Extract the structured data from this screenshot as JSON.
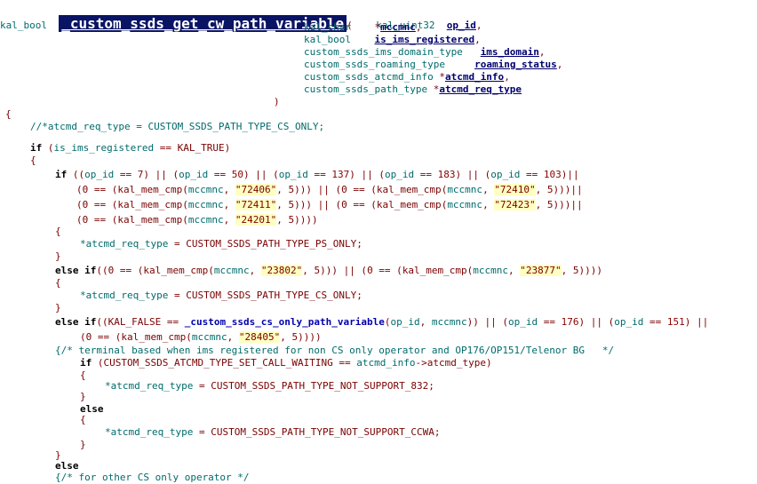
{
  "code_lines": [
    "kal_bool  _custom_ssds_get_cw_path_variable(    kal_uint32  op_id,",
    "                                            kal_char    *mccmnc,",
    "                                            kal_bool    is_ims_registered,",
    "                                            custom_ssds_ims_domain_type   ims_domain,",
    "                                            custom_ssds_roaming_type     roaming_status,",
    "                                            custom_ssds_atcmd_info *atcmd_info,",
    "                                            custom_ssds_path_type *atcmd_req_type",
    "                                        )",
    "{",
    "    //*atcmd_req_type = CUSTOM_SSDS_PATH_TYPE_CS_ONLY;",
    "",
    "    if (is_ims_registered == KAL_TRUE)",
    "    {",
    "        if ((op_id == 7) || (op_id == 50) || (op_id == 137) || (op_id == 183) || (op_id == 103)||",
    "           (0 == (kal_mem_cmp(mccmnc, \"72406\", 5))) || (0 == (kal_mem_cmp(mccmnc, \"72410\", 5)))||",
    "           (0 == (kal_mem_cmp(mccmnc, \"72411\", 5))) || (0 == (kal_mem_cmp(mccmnc, \"72423\", 5)))||",
    "           (0 == (kal_mem_cmp(mccmnc, \"24201\", 5))))",
    "        {",
    "            *atcmd_req_type = CUSTOM_SSDS_PATH_TYPE_PS_ONLY;",
    "        }",
    "        else if((0 == (kal_mem_cmp(mccmnc, \"23802\", 5))) || (0 == (kal_mem_cmp(mccmnc, \"23877\", 5))))",
    "        {",
    "            *atcmd_req_type = CUSTOM_SSDS_PATH_TYPE_CS_ONLY;",
    "        }",
    "        else if((KAL_FALSE == _custom_ssds_cs_only_path_variable(op_id, mccmnc)) || (op_id == 176) || (op_id == 151) ||",
    "            (0 == (kal_mem_cmp(mccmnc, \"28405\", 5))))",
    "        {/* terminal based when ims registered for non CS only operator and OP176/OP151/Telenor BG   */",
    "            if (CUSTOM_SSDS_ATCMD_TYPE_SET_CALL_WAITING == atcmd_info->atcmd_type)",
    "            {",
    "                *atcmd_req_type = CUSTOM_SSDS_PATH_TYPE_NOT_SUPPORT_832;",
    "            }",
    "            else",
    "            {",
    "                *atcmd_req_type = CUSTOM_SSDS_PATH_TYPE_NOT_SUPPORT_CCWA;",
    "            }",
    "        }",
    "        else",
    "        {/* for other CS only operator */"
  ],
  "tokens": {
    "ret_type": "kal_bool",
    "func_name": "_custom_ssds_get_cw_path_variable",
    "open_paren": "(",
    "p1_type": "kal_uint32",
    "p1_name": "op_id",
    "p2_type": "kal_char",
    "p2_ptr": "*",
    "p2_name": "mccmnc",
    "p3_type": "kal_bool",
    "p3_name": "is_ims_registered",
    "p4_type": "custom_ssds_ims_domain_type",
    "p4_name": "ims_domain",
    "p5_type": "custom_ssds_roaming_type",
    "p5_name": "roaming_status",
    "p6_type": "custom_ssds_atcmd_info",
    "p6_ptr": "*",
    "p6_name": "atcmd_info",
    "p7_type": "custom_ssds_path_type",
    "p7_ptr": "*",
    "p7_name": "atcmd_req_type",
    "comma": ",",
    "close_paren": ")",
    "lbrace": "{",
    "rbrace": "}",
    "comment1": "//*atcmd_req_type = CUSTOM_SSDS_PATH_TYPE_CS_ONLY;",
    "kw_if": "if",
    "kw_else": "else",
    "kw_elseif": "else if",
    "kal_true": "KAL_TRUE",
    "kal_false": "KAL_FALSE",
    "eq": "==",
    "oror": "||",
    "kal_mem_cmp": "kal_mem_cmp",
    "cs_only_fn": "_custom_ssds_cs_only_path_variable",
    "atcmd_type": "atcmd_type",
    "arrow": "->",
    "ps_only": "CUSTOM_SSDS_PATH_TYPE_PS_ONLY",
    "cs_only": "CUSTOM_SSDS_PATH_TYPE_CS_ONLY",
    "ns832": "CUSTOM_SSDS_PATH_TYPE_NOT_SUPPORT_832",
    "ccwa": "CUSTOM_SSDS_PATH_TYPE_NOT_SUPPORT_CCWA",
    "set_cw": "CUSTOM_SSDS_ATCMD_TYPE_SET_CALL_WAITING",
    "comment2": "{/* terminal based when ims registered for non CS only operator and OP176/OP151/Telenor BG   */",
    "comment3": "{/* for other CS only operator */",
    "n0": "0",
    "n5": "5",
    "n7": "7",
    "n50": "50",
    "n137": "137",
    "n183": "183",
    "n103": "103",
    "n176": "176",
    "n151": "151",
    "s72406": "\"72406\"",
    "s72410": "\"72410\"",
    "s72411": "\"72411\"",
    "s72423": "\"72423\"",
    "s24201": "\"24201\"",
    "s23802": "\"23802\"",
    "s23877": "\"23877\"",
    "s28405": "\"28405\""
  }
}
